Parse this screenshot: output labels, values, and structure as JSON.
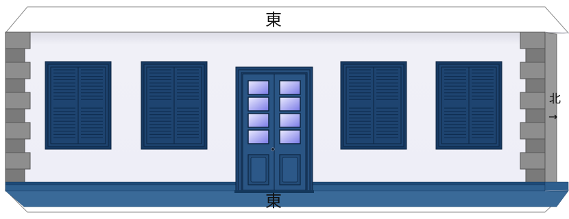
{
  "labels": {
    "top": "東",
    "bottom": "東",
    "side": "北",
    "side_arrow": "→"
  },
  "facade": {
    "wall_color": "#eeeff6",
    "shutter_color": "#1e4470",
    "frame_color": "#173a62",
    "glass_color": "#8e8eea",
    "stone_color": "#8c8c8c",
    "base_color": "#2e5f8e",
    "shutter_windows": 4,
    "door_glass_panes_per_leaf": 4,
    "quoin_blocks_per_side": 5
  }
}
